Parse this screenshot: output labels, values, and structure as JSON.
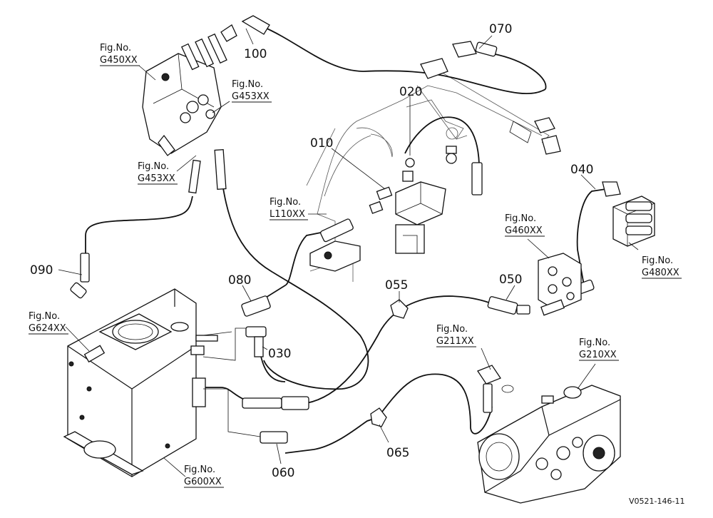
{
  "figure_labels": [
    {
      "id": "g450",
      "title": "Fig.No.",
      "code": "G450XX"
    },
    {
      "id": "g453a",
      "title": "Fig.No.",
      "code": "G453XX"
    },
    {
      "id": "g453b",
      "title": "Fig.No.",
      "code": "G453XX"
    },
    {
      "id": "l110",
      "title": "Fig.No.",
      "code": "L110XX"
    },
    {
      "id": "g460",
      "title": "Fig.No.",
      "code": "G460XX"
    },
    {
      "id": "g480",
      "title": "Fig.No.",
      "code": "G480XX"
    },
    {
      "id": "g624",
      "title": "Fig.No.",
      "code": "G624XX"
    },
    {
      "id": "g211",
      "title": "Fig.No.",
      "code": "G211XX"
    },
    {
      "id": "g210",
      "title": "Fig.No.",
      "code": "G210XX"
    },
    {
      "id": "g600",
      "title": "Fig.No.",
      "code": "G600XX"
    }
  ],
  "part_numbers": [
    "100",
    "070",
    "020",
    "010",
    "040",
    "090",
    "080",
    "055",
    "050",
    "030",
    "065",
    "060"
  ],
  "drawing_code": "V0521-146-11"
}
